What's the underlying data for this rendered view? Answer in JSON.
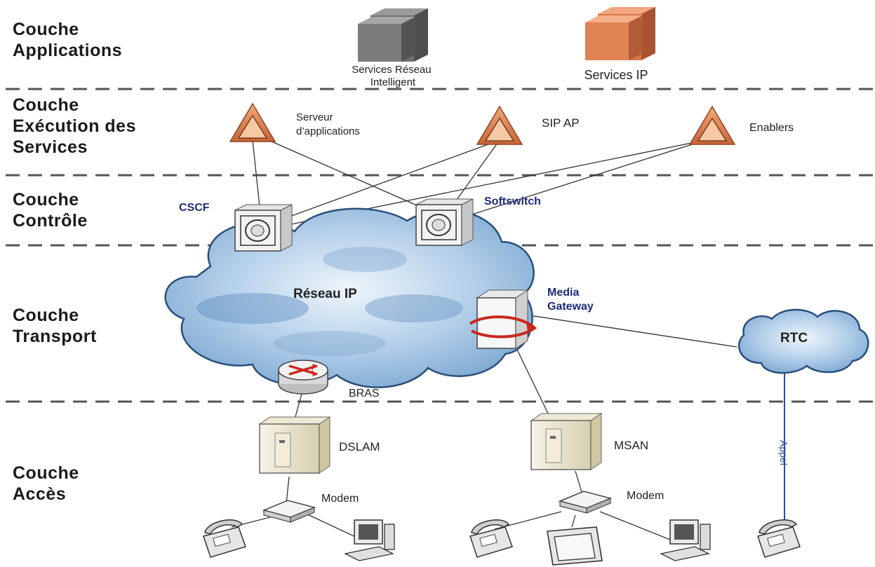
{
  "layers": {
    "applications": [
      "Couche",
      "Applications"
    ],
    "execution": [
      "Couche",
      "Exécution des",
      "Services"
    ],
    "control": [
      "Couche",
      "Contrôle"
    ],
    "transport": [
      "Couche",
      "Transport"
    ],
    "access": [
      "Couche",
      "Accès"
    ]
  },
  "applications": {
    "rn_services": [
      "Services Réseau",
      "Intelligent"
    ],
    "ip_services": "Services IP"
  },
  "execution": {
    "app_server": [
      "Serveur",
      "d’applications"
    ],
    "sip_ap": "SIP AP",
    "enablers": "Enablers"
  },
  "control": {
    "cscf": "CSCF",
    "softswitch": "Softswitch"
  },
  "transport": {
    "ip_network": "Réseau IP",
    "media_gateway": [
      "Media",
      "Gateway"
    ],
    "rtc": "RTC",
    "bras": "BRAS"
  },
  "access": {
    "dslam": "DSLAM",
    "msan": "MSAN",
    "modem_left": "Modem",
    "modem_right": "Modem",
    "appel": "Appel"
  },
  "colors": {
    "control_label": "#1f2a7a",
    "dashed_line": "#555555",
    "service_gray": "#6e6e6e",
    "service_orange": "#d9774a",
    "cloud_blue": "#8fb8dc"
  }
}
